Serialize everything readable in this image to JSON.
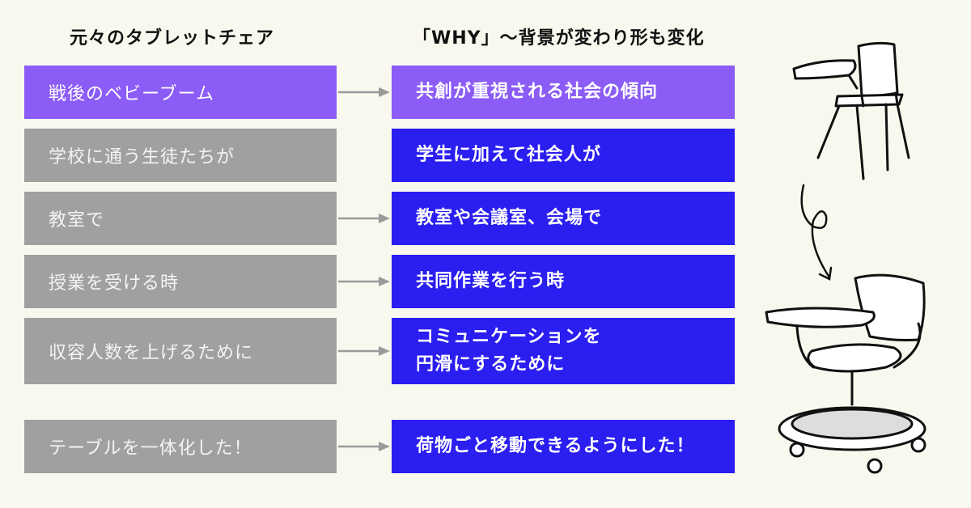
{
  "headers": {
    "left": "元々のタブレットチェア",
    "right": "「WHY」〜背景が変わり形も変化"
  },
  "rows": [
    {
      "left": "戦後のベビーブーム",
      "right": [
        "共創が重視される社会の傾向"
      ],
      "arrow": true,
      "accent": true
    },
    {
      "left": "学校に通う生徒たちが",
      "right": [
        "学生に加えて社会人が"
      ],
      "arrow": false,
      "accent": false
    },
    {
      "left": "教室で",
      "right": [
        "教室や会議室、会場で"
      ],
      "arrow": true,
      "accent": false
    },
    {
      "left": "授業を受ける時",
      "right": [
        "共同作業を行う時"
      ],
      "arrow": true,
      "accent": false
    },
    {
      "left": "収容人数を上げるために",
      "right": [
        "コミュニケーションを",
        "円滑にするために"
      ],
      "arrow": true,
      "accent": false
    },
    {
      "left": "テーブルを一体化した！",
      "right": [
        "荷物ごと移動できるようにした！"
      ],
      "arrow": true,
      "accent": false
    }
  ],
  "colors": {
    "accent": "#8b5cf6",
    "blue": "#2a1ef0",
    "gray": "#a0a0a0",
    "background": "#f9f8ee"
  },
  "icons": [
    "old-tablet-chair-icon",
    "curly-arrow-icon",
    "modern-node-chair-icon"
  ]
}
